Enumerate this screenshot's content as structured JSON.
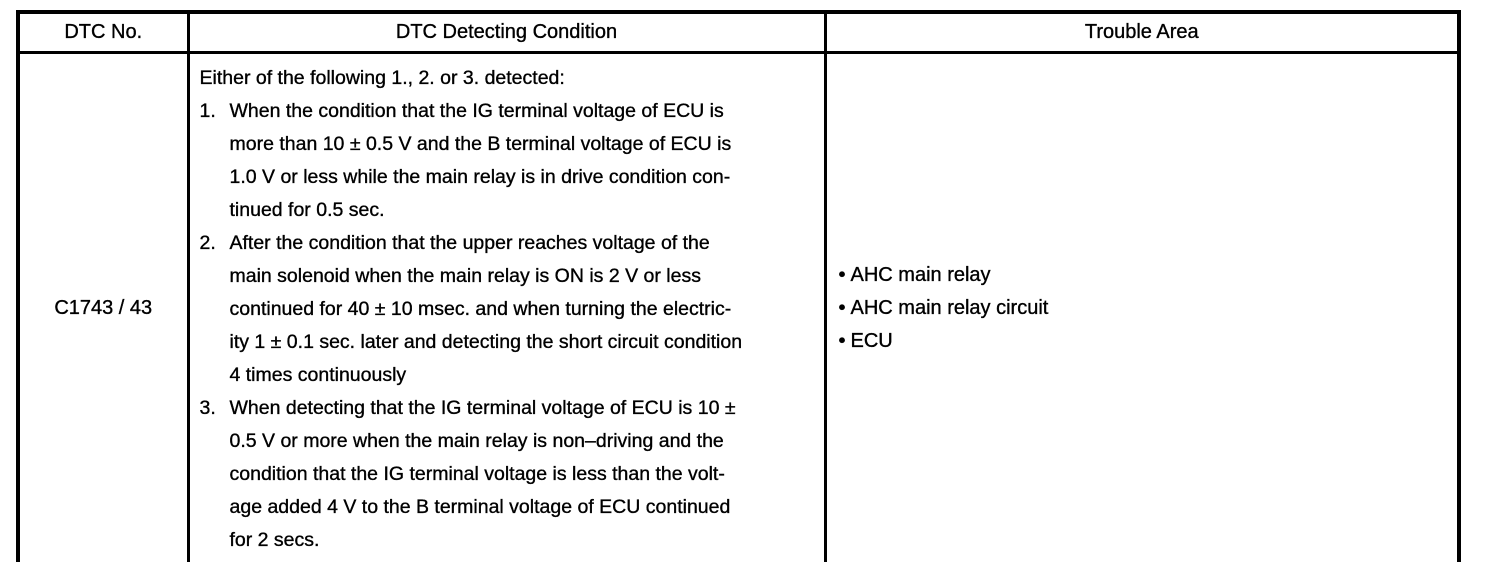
{
  "table": {
    "headers": [
      "DTC No.",
      "DTC Detecting Condition",
      "Trouble Area"
    ],
    "row": {
      "dtc_no": "C1743 / 43",
      "condition": {
        "intro": "Either of the following 1., 2. or 3. detected:",
        "items": [
          {
            "num": "1.",
            "lines": [
              "When the condition that the IG terminal voltage of ECU is",
              "more than 10 ± 0.5 V and the B terminal voltage of ECU is",
              "1.0 V or less while the main relay is in drive condition con-",
              "tinued for 0.5 sec."
            ]
          },
          {
            "num": "2.",
            "lines": [
              "After the condition that the upper reaches voltage of the",
              "main solenoid when the main relay is ON is 2 V or less",
              "continued for 40 ± 10 msec. and when turning the electric-",
              "ity 1 ± 0.1 sec. later and detecting the short circuit condition",
              "4 times continuously"
            ]
          },
          {
            "num": "3.",
            "lines": [
              "When detecting that the IG terminal voltage of ECU is 10 ±",
              "0.5 V or more when the main relay is non–driving and the",
              "condition that the IG terminal voltage is less than the volt-",
              "age added 4 V to the B terminal voltage of ECU continued",
              "for 2 secs."
            ]
          }
        ]
      },
      "trouble_areas": [
        "AHC main relay",
        "AHC main relay circuit",
        "ECU"
      ],
      "bullet_glyph": "•"
    }
  },
  "colors": {
    "background": "#ffffff",
    "text": "#000000",
    "border": "#000000"
  }
}
